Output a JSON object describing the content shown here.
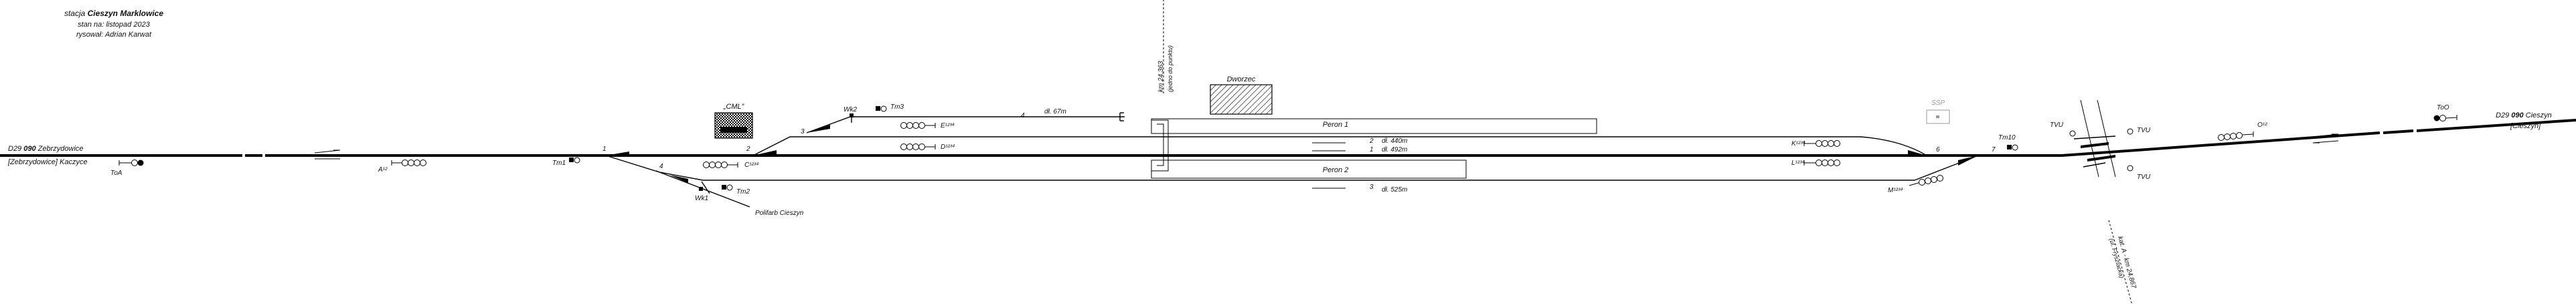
{
  "header": {
    "station_prefix": "stacja ",
    "station_name": "Cieszyn Marklowice",
    "status": "stan na: listopad 2023",
    "author": "rysował: Adrian Karwat"
  },
  "lines": {
    "west_code": "D29",
    "west_number": "090",
    "west_name": "Zebrzydowice",
    "west_station": "[Zebrzydowice] Kaczyce",
    "east_code": "D29",
    "east_number": "090",
    "east_name": "Cieszyn",
    "east_station": "[Cieszyn]"
  },
  "km_labels": {
    "north": "km 24,363",
    "north_sub": "(jedno do punktu)",
    "south": "kat. A - km 24,867",
    "south_sub": "(ul. Frysztacka)"
  },
  "buildings": {
    "station": "Dworzec",
    "cml": "„CML”",
    "ssp": "SSP"
  },
  "platforms": {
    "p1": "Peron 1",
    "p2": "Peron 2"
  },
  "tracks": {
    "t1": "1",
    "t2": "2",
    "t3": "3",
    "t4": "4",
    "t1_len": "dł. 492m",
    "t2_len": "dł. 440m",
    "t3_len": "dł. 525m",
    "t4_len": "dł. 67m"
  },
  "switches": {
    "s1": "1",
    "s2": "2",
    "s3": "3",
    "s4": "4",
    "s6": "6",
    "s7": "7"
  },
  "signals": {
    "ToA": "ToA",
    "A": "A¹²",
    "Tm1": "Tm1",
    "Tm2": "Tm2",
    "Tm3": "Tm3",
    "Tm10": "Tm10",
    "Wk1": "Wk1",
    "Wk2": "Wk2",
    "C": "C¹²³⁴",
    "D": "D¹²³⁴",
    "E": "E¹²³⁴",
    "K": "K¹²³⁴",
    "L": "L¹²³⁴",
    "M": "M¹²³⁴",
    "O": "O¹²",
    "ToO": "ToO",
    "TVU1": "TVU",
    "TVU2": "TVU",
    "TVU3": "TVU"
  },
  "sidings": {
    "polifarb": "Polifarb Cieszyn"
  }
}
